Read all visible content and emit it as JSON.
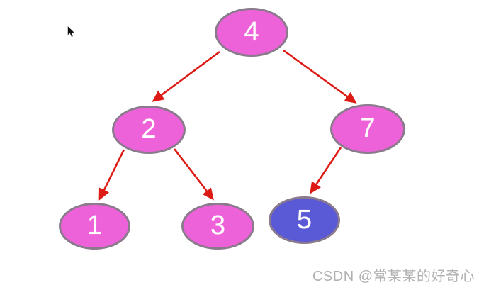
{
  "diagram": {
    "type": "binary-tree",
    "nodes": [
      {
        "id": "4",
        "label": "4",
        "fill": "#ee62d9"
      },
      {
        "id": "2",
        "label": "2",
        "fill": "#ee62d9"
      },
      {
        "id": "7",
        "label": "7",
        "fill": "#ee62d9"
      },
      {
        "id": "1",
        "label": "1",
        "fill": "#ee62d9"
      },
      {
        "id": "3",
        "label": "3",
        "fill": "#ee62d9"
      },
      {
        "id": "5",
        "label": "5",
        "fill": "#5a5ad6"
      }
    ],
    "edges": [
      {
        "from": "4",
        "to": "2"
      },
      {
        "from": "4",
        "to": "7"
      },
      {
        "from": "2",
        "to": "1"
      },
      {
        "from": "2",
        "to": "3"
      },
      {
        "from": "7",
        "to": "5"
      }
    ],
    "colors": {
      "node_fill_pink": "#ee62d9",
      "node_fill_blue": "#5a5ad6",
      "node_border": "#8a7a8c",
      "node_text": "#ffffff",
      "arrow": "#dd1b14",
      "background": "#ffffff"
    }
  },
  "watermark": {
    "text": "CSDN @常某某的好奇心",
    "color": "#b0b0b0"
  }
}
